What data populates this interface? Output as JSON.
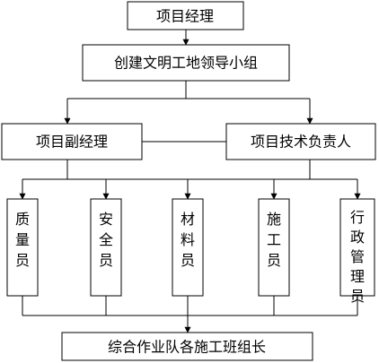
{
  "nodes": {
    "pm": "项目经理",
    "group": "创建文明工地领导小组",
    "deputy": "项目副经理",
    "tech": "项目技术负责人",
    "quality": "质量员",
    "safety": "安全员",
    "material": "材料员",
    "construction": "施工员",
    "admin": "行政管理员",
    "teams": "综合作业队各施工班组长"
  },
  "colors": {
    "line": "#000000",
    "box_fill": "#ffffff"
  }
}
